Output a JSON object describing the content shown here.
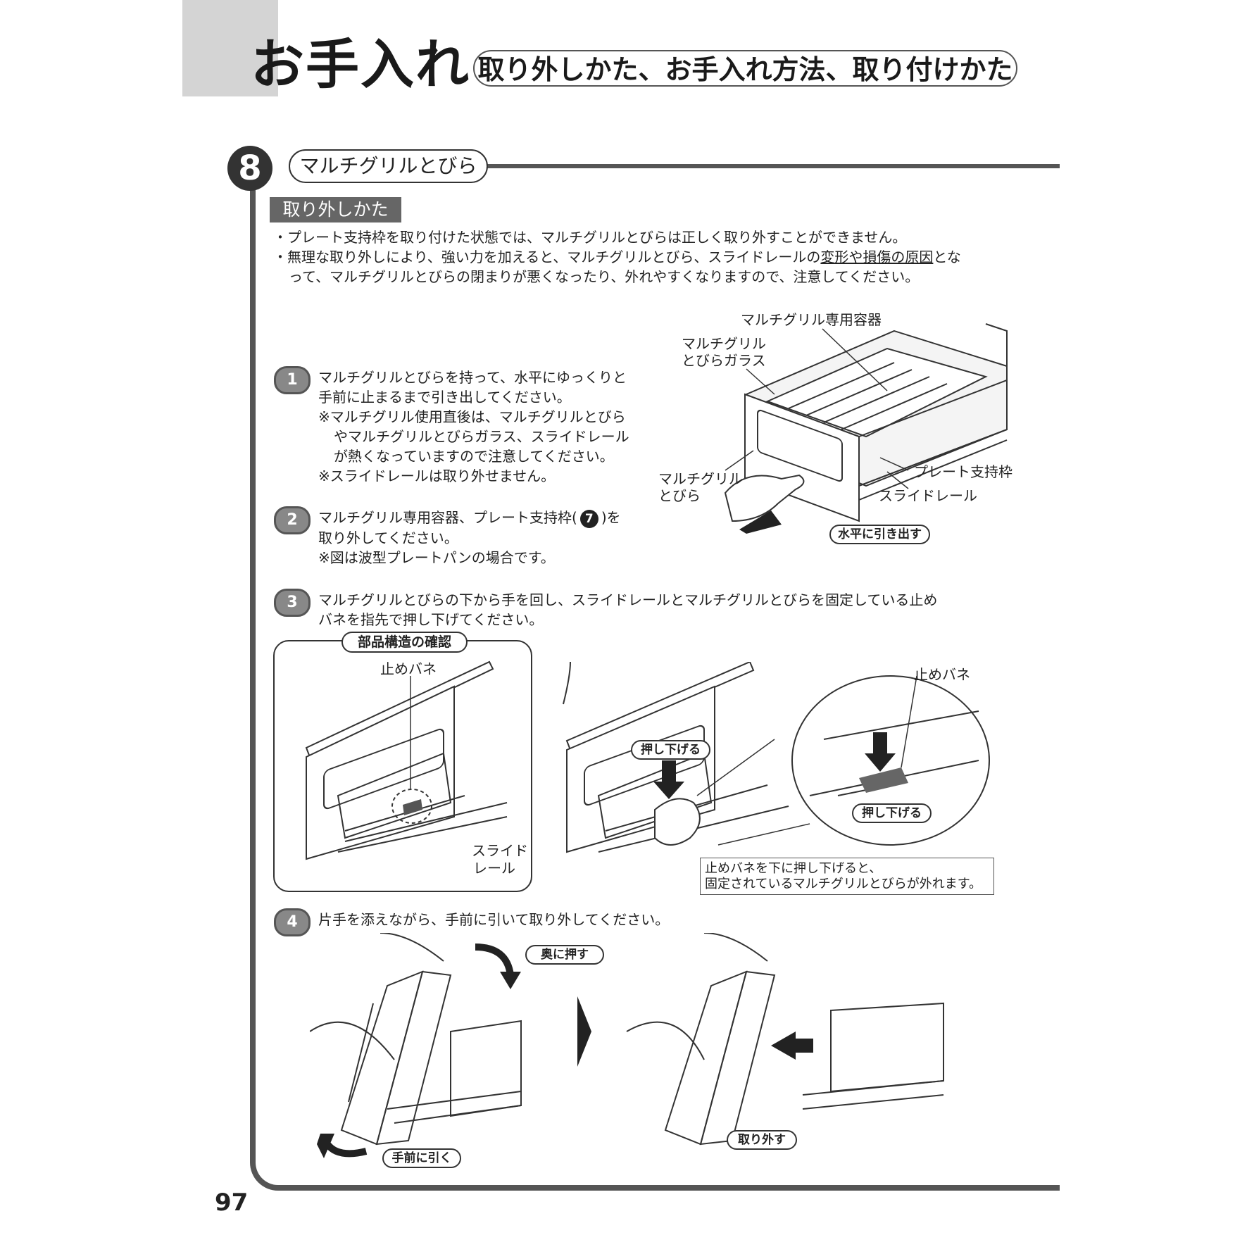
{
  "header": {
    "title": "お手入れ",
    "subtitle": "取り外しかた、お手入れ方法、取り付けかた"
  },
  "section": {
    "number": "8",
    "title": "マルチグリルとびら",
    "tag": "取り外しかた"
  },
  "bullets": [
    "・プレート支持枠を取り付けた状態では、マルチグリルとびらは正しく取り外すことができません。",
    "・無理な取り外しにより、強い力を加えると、マルチグリルとびら、スライドレールの",
    "変形や損傷の原因",
    "とな",
    "って、マルチグリルとびらの閉まりが悪くなったり、外れやすくなりますので、注意してください。"
  ],
  "steps": [
    {
      "num": "1",
      "lines": [
        "マルチグリルとびらを持って、水平にゆっくりと",
        "手前に止まるまで引き出してください。",
        "※マルチグリル使用直後は、マルチグリルとびら",
        "やマルチグリルとびらガラス、スライドレール",
        "が熱くなっていますので注意してください。",
        "※スライドレールは取り外せません。"
      ]
    },
    {
      "num": "2",
      "lines": [
        "マルチグリル専用容器、プレート支持枠(",
        "7",
        ")を",
        "取り外してください。",
        "※図は波型プレートパンの場合です。"
      ]
    },
    {
      "num": "3",
      "lines": [
        "マルチグリルとびらの下から手を回し、スライドレールとマルチグリルとびらを固定している止め",
        "バネを指先で押し下げてください。"
      ]
    },
    {
      "num": "4",
      "lines": [
        "片手を添えながら、手前に引いて取り外してください。"
      ]
    }
  ],
  "figure1": {
    "labels": {
      "container": "マルチグリル専用容器",
      "glass_1": "マルチグリル",
      "glass_2": "とびらガラス",
      "door_1": "マルチグリル",
      "door_2": "とびら",
      "plate_frame": "プレート支持枠",
      "slide_rail": "スライドレール"
    },
    "pill": "水平に引き出す"
  },
  "figure3": {
    "confirm_pill": "部品構造の確認",
    "spring_label_left": "止めバネ",
    "slide_rail_1": "スライド",
    "slide_rail_2": "レール",
    "push_pill_1": "押し下げる",
    "spring_label_right": "止めバネ",
    "push_pill_2": "押し下げる",
    "note_1": "止めバネを下に押し下げると、",
    "note_2": "固定されているマルチグリルとびらが外れます。"
  },
  "figure4": {
    "push_back": "奥に押す",
    "pull_front": "手前に引く",
    "remove": "取り外す"
  },
  "page_number": "97",
  "colors": {
    "frame": "#555555",
    "tab_gray": "#d4d4d4",
    "step_fill": "#888888"
  }
}
